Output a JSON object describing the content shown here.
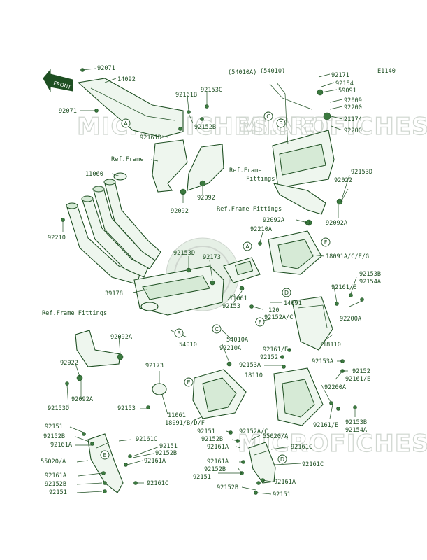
{
  "diagram_code": "E1140",
  "front_label": "FRONT",
  "watermark_texts": [
    "MICROFICHES.NET",
    "MICROFICHES.NET",
    "MICROFICHES.NET"
  ],
  "callouts": [
    "A",
    "B",
    "C",
    "D",
    "E",
    "F"
  ],
  "ref_labels": {
    "frame": "Ref.Frame",
    "frame_fittings_top": "Ref.Frame",
    "frame_fittings_top2": "Fittings",
    "frame_fittings_mid": "Ref.Frame Fittings",
    "frame_fittings_left": "Ref.Frame Fittings"
  },
  "part_numbers": {
    "p92071_top": "92071",
    "p14092": "14092",
    "p92071_left": "92071",
    "p92161B": "92161B",
    "p92153C": "92153C",
    "p92152B_a": "92152B",
    "p92161D": "92161D",
    "p54010A_paren": "(54010A)",
    "p54010_paren": "(54010)",
    "p92171": "92171",
    "p92154": "92154",
    "p59091": "59091",
    "p92009": "92009",
    "p92200_a": "92200",
    "p21174": "21174",
    "p92200_b": "92200",
    "p11060": "11060",
    "p92092_a": "92092",
    "p92092_b": "92092",
    "p92153D_a": "92153D",
    "p92022_a": "92022",
    "p92092A_a": "92092A",
    "p92210": "92210",
    "p92092A_b": "92092A",
    "p92210A_a": "92210A",
    "p18091ACEG": "18091A/C/E/G",
    "p92153D_b": "92153D",
    "p92173_a": "92173",
    "p39178": "39178",
    "p11061_a": "11061",
    "p92153": "92153",
    "p14091": "14091",
    "p120": "120",
    "p92153B_a": "92153B",
    "p92154A_a": "92154A",
    "p92161E_a": "92161/E",
    "p92200A_a": "92200A",
    "p92152AC_a": "92152A/C",
    "p54010": "54010",
    "p54010A": "54010A",
    "p18110_a": "18110",
    "p92092A_c": "92092A",
    "p92210A_b": "92210A",
    "p92161E_b": "92161/E",
    "p92152_a": "92152",
    "p92153A_a": "92153A",
    "p92153A_b": "92153A",
    "p92152_b": "92152",
    "p18110_b": "18110",
    "p92161E_c": "92161/E",
    "p92022_b": "92022",
    "p92092A_d": "92092A",
    "p92153D_c": "92153D",
    "p92173_b": "92173",
    "p92153_b": "92153",
    "p11061_b": "11061",
    "p18091BDF": "18091/B/D/F",
    "p92200A_b": "92200A",
    "p92161E_d": "92161/E",
    "p92153B_b": "92153B",
    "p92154A_b": "92154A",
    "p92151_a": "92151",
    "p92152B_b": "92152B",
    "p92161A_a": "92161A",
    "p55020A_a": "55020/A",
    "p92161C_a": "92161C",
    "p92151_b": "92151",
    "p92152B_c": "92152B",
    "p92161A_b": "92161A",
    "p92161A_c": "92161A",
    "p92152B_d": "92152B",
    "p92151_c": "92151",
    "p92161C_b": "92161C",
    "p92151_d": "92151",
    "p92152AC_b": "92152A/C",
    "p92152B_e": "92152B",
    "p55020A_b": "55020/A",
    "p92161A_d": "92161A",
    "p92161C_c": "92161C",
    "p92161A_e": "92161A",
    "p92152B_f": "92152B",
    "p92151_e": "92151",
    "p92161C_d": "92161C",
    "p92161A_f": "92161A",
    "p92152B_g": "92152B",
    "p92151_f": "92151"
  }
}
